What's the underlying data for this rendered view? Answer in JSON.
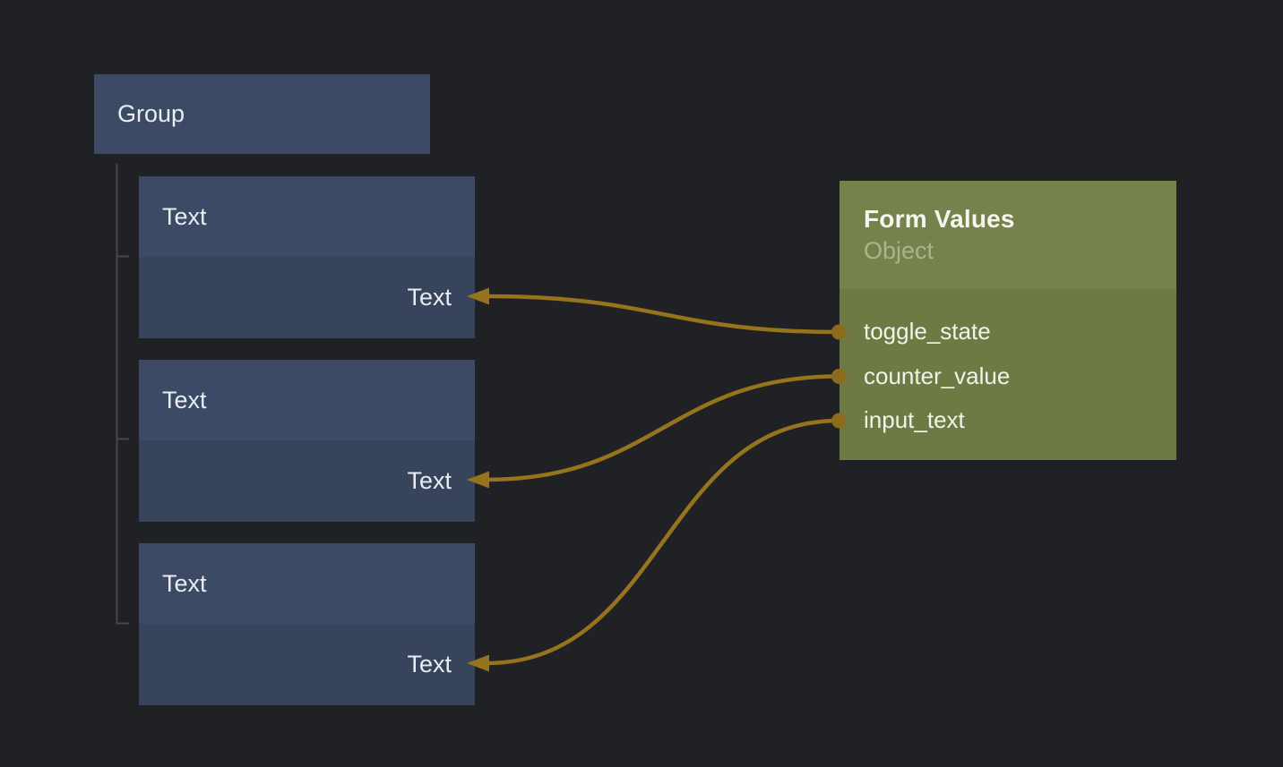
{
  "nodes": {
    "group": {
      "title": "Group"
    },
    "text_nodes": [
      {
        "header_title": "Text",
        "input_label": "Text"
      },
      {
        "header_title": "Text",
        "input_label": "Text"
      },
      {
        "header_title": "Text",
        "input_label": "Text"
      }
    ],
    "form_values": {
      "title": "Form Values",
      "subtitle": "Object",
      "fields": [
        {
          "label": "toggle_state"
        },
        {
          "label": "counter_value"
        },
        {
          "label": "input_text"
        }
      ]
    }
  },
  "connections": [
    {
      "from": "toggle_state",
      "to": "text-node-1-input"
    },
    {
      "from": "counter_value",
      "to": "text-node-2-input"
    },
    {
      "from": "input_text",
      "to": "text-node-3-input"
    }
  ],
  "colors": {
    "background": "#202124",
    "blue_node_header": "#3c4a66",
    "blue_node_body": "#37445c",
    "green_node_header": "#75824b",
    "green_node_body": "#6d7a43",
    "wire_gold": "#96741d",
    "port_gold": "#8c6b1c",
    "branch_line": "#47484b",
    "label_text": "#e9ecf1"
  }
}
